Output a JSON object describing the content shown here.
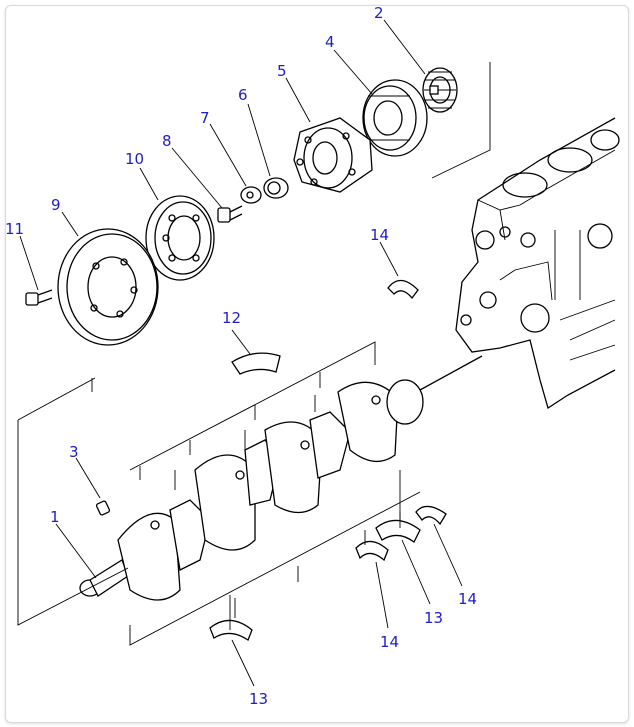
{
  "callouts": [
    {
      "id": "c1",
      "text": "1"
    },
    {
      "id": "c2",
      "text": "2"
    },
    {
      "id": "c3",
      "text": "3"
    },
    {
      "id": "c4",
      "text": "4"
    },
    {
      "id": "c5",
      "text": "5"
    },
    {
      "id": "c6",
      "text": "6"
    },
    {
      "id": "c7",
      "text": "7"
    },
    {
      "id": "c8",
      "text": "8"
    },
    {
      "id": "c9",
      "text": "9"
    },
    {
      "id": "c10",
      "text": "10"
    },
    {
      "id": "c11",
      "text": "11"
    },
    {
      "id": "c12",
      "text": "12"
    },
    {
      "id": "c13a",
      "text": "13"
    },
    {
      "id": "c13b",
      "text": "13"
    },
    {
      "id": "c14a",
      "text": "14"
    },
    {
      "id": "c14b",
      "text": "14"
    },
    {
      "id": "c14c",
      "text": "14"
    }
  ],
  "colors": {
    "callout": "#2020c8",
    "line": "#000000",
    "frame": "#d9d9d9"
  }
}
